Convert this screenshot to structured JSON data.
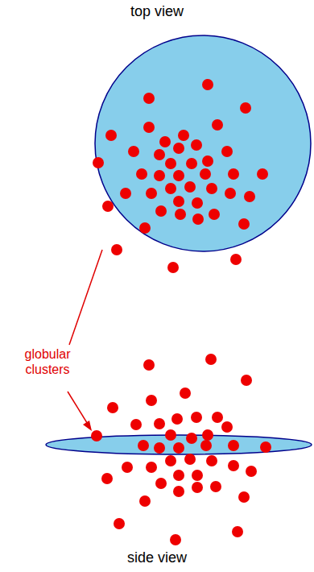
{
  "diagram": {
    "labels": [
      "top view",
      "globular clusters",
      "side view"
    ]
  }
}
